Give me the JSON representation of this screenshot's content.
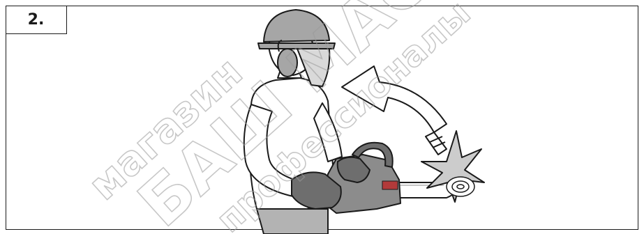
{
  "step": {
    "number": "2."
  },
  "watermark": {
    "line1": "магазин",
    "line2": "БАШ МАСТЕР",
    "line3": "профессионалы"
  },
  "colors": {
    "outline": "#1a1a1a",
    "glove": "#6e6e6e",
    "visor": "#d9d9d9",
    "helmet": "#a6a6a6",
    "trousers": "#b3b3b3",
    "saw_body": "#8c8c8c",
    "arrow_fill": "#ffffff",
    "spark": "#cccccc",
    "watermark": "#9a9a9a"
  },
  "icons": [
    "worker-figure",
    "chainsaw-icon",
    "kickback-arrow-icon",
    "impact-spark-icon",
    "knot-icon"
  ]
}
